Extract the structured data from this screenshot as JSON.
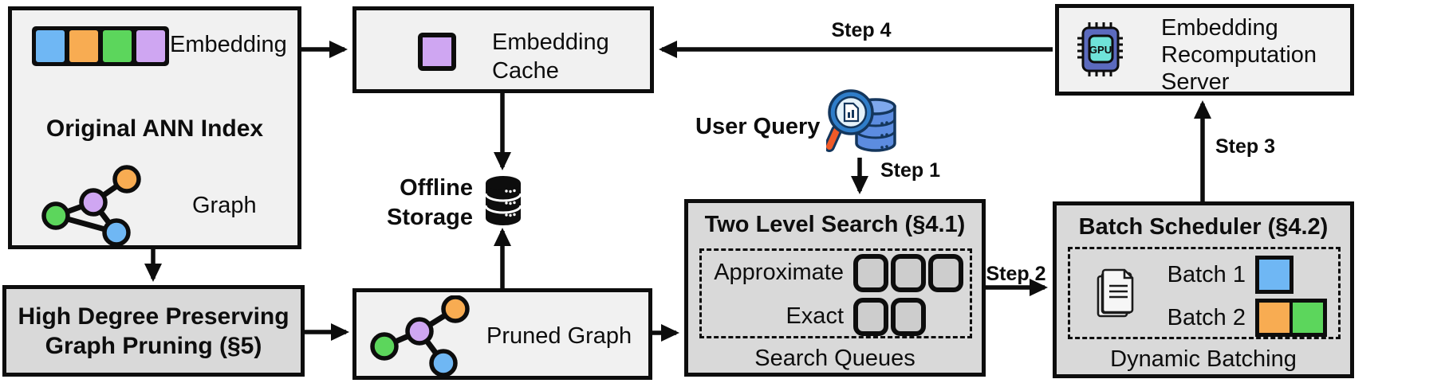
{
  "ann_index": {
    "title": "Original ANN Index",
    "embedding_label": "Embedding",
    "graph_label": "Graph",
    "embedding_colors": [
      "blue",
      "orange",
      "green",
      "purple"
    ]
  },
  "embedding_cache": {
    "label": "Embedding Cache"
  },
  "recomputation_server": {
    "label": "Embedding Recomputation Server",
    "gpu_text": "GPU"
  },
  "offline_storage": {
    "label": "Offline Storage"
  },
  "user_query": {
    "label": "User Query"
  },
  "two_level_search": {
    "title": "Two Level Search (§4.1)",
    "approximate_label": "Approximate",
    "approximate_queues": 3,
    "exact_label": "Exact",
    "exact_queues": 2,
    "footer": "Search Queues"
  },
  "batch_scheduler": {
    "title": "Batch Scheduler (§4.2)",
    "batch1_label": "Batch 1",
    "batch1_colors": [
      "blue"
    ],
    "batch2_label": "Batch 2",
    "batch2_colors": [
      "orange",
      "green"
    ],
    "footer": "Dynamic Batching"
  },
  "graph_pruning": {
    "title": "High Degree Preserving Graph Pruning (§5)"
  },
  "pruned_graph": {
    "label": "Pruned Graph"
  },
  "steps": {
    "step1": "Step 1",
    "step2": "Step 2",
    "step3": "Step 3",
    "step4": "Step 4"
  },
  "palette": {
    "blue": "#6FB7F4",
    "orange": "#F8AC52",
    "green": "#5CD65C",
    "purple": "#CFA6F2",
    "box_light": "#f1f1f1",
    "box_dark": "#d9d9d9",
    "line": "#0d0d0d",
    "gpu_chip_body": "#5B6ABE",
    "gpu_chip_core": "#6FE3D9",
    "query_db_blue": "#5C8CE0",
    "magnifier_rim": "#2F7DC9",
    "magnifier_handle": "#F05A28"
  }
}
